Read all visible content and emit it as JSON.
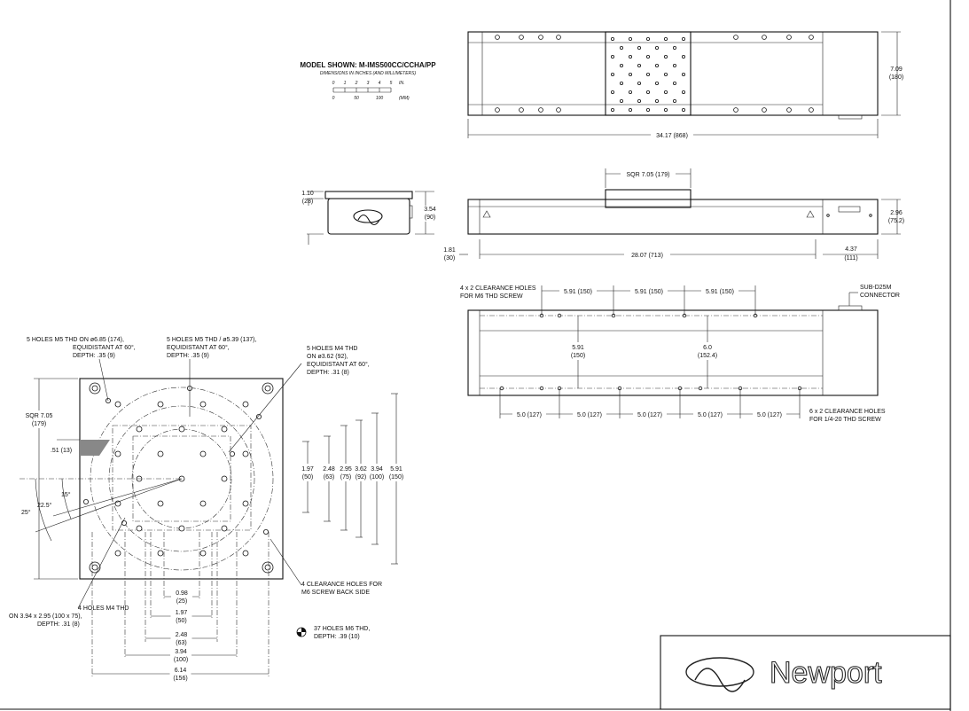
{
  "model": {
    "title": "MODEL SHOWN: M-IMS500CC/CCHA/PP",
    "subtitle": "DIMENSIONS IN INCHES (AND MILLIMETERS)",
    "scale_in": [
      "0",
      "1",
      "2",
      "3",
      "4",
      "5",
      "IN."
    ],
    "scale_mm": [
      "0",
      "50",
      "100",
      "(MM)"
    ]
  },
  "top_view": {
    "height": [
      "7.09",
      "(180)"
    ],
    "length": "34.17 (868)"
  },
  "side_view": {
    "carriage": "SQR 7.05 (179)",
    "height": [
      "2.96",
      "(75.2)"
    ],
    "base_length": "28.07 (713)",
    "left_offset": [
      "1.81",
      "(30)"
    ],
    "right_len": [
      "4.37",
      "(111)"
    ]
  },
  "end_view": {
    "top": [
      "1.10",
      "(28)"
    ],
    "height": [
      "3.54",
      "(90)"
    ]
  },
  "base_view": {
    "m6_holes": [
      "4 x 2 CLEARANCE HOLES",
      "FOR M6 THD SCREW"
    ],
    "spacing_top": [
      "5.91 (150)",
      "5.91 (150)",
      "5.91 (150)"
    ],
    "connector": [
      "SUB-D25M",
      "CONNECTOR"
    ],
    "inner_1": [
      "5.91",
      "(150)"
    ],
    "inner_2": [
      "6.0",
      "(152.4)"
    ],
    "spacing_bottom": [
      "5.0 (127)",
      "5.0 (127)",
      "5.0 (127)",
      "5.0 (127)",
      "5.0 (127)"
    ],
    "quarter_holes": [
      "6 x 2 CLEARANCE HOLES",
      "FOR 1/4-20 THD SCREW"
    ]
  },
  "carriage_view": {
    "note_m5a": [
      "5 HOLES M5 THD ON ø6.85 (174),",
      "EQUIDISTANT AT 60°,",
      "DEPTH: .35 (9)"
    ],
    "note_m5b": [
      "5 HOLES M5 THD / ø5.39 (137),",
      "EQUIDISTANT AT 60°,",
      "DEPTH: .35 (9)"
    ],
    "note_m4a": [
      "5 HOLES M4 THD",
      "ON ø3.62 (92),",
      "EQUIDISTANT AT 60°,",
      "DEPTH: .31 (8)"
    ],
    "sqr": [
      "SQR 7.05",
      "(179)"
    ],
    "offset": ".51 (13)",
    "angles": [
      "15°",
      "22.5°",
      "25°"
    ],
    "vert_dims": [
      [
        "1.97",
        "(50)"
      ],
      [
        "2.48",
        "(63)"
      ],
      [
        "2.95",
        "(75)"
      ],
      [
        "3.62",
        "(92)"
      ],
      [
        "3.94",
        "(100)"
      ],
      [
        "5.91",
        "(150)"
      ]
    ],
    "horiz_dims": [
      [
        "0.98",
        "(25)"
      ],
      [
        "1.97",
        "(50)"
      ],
      [
        "2.48",
        "(63)"
      ],
      [
        "3.94",
        "(100)"
      ],
      [
        "6.14",
        "(156)"
      ]
    ],
    "note_m4b": [
      "4 HOLES M4 THD",
      "ON 3.94 x 2.95 (100 x 75),",
      "DEPTH: .31 (8)"
    ],
    "note_back": [
      "4 CLEARANCE HOLES FOR",
      "M6 SCREW BACK SIDE"
    ],
    "note_m6": [
      "37 HOLES M6 THD,",
      "DEPTH: .39 (10)"
    ]
  },
  "brand": "Newport"
}
